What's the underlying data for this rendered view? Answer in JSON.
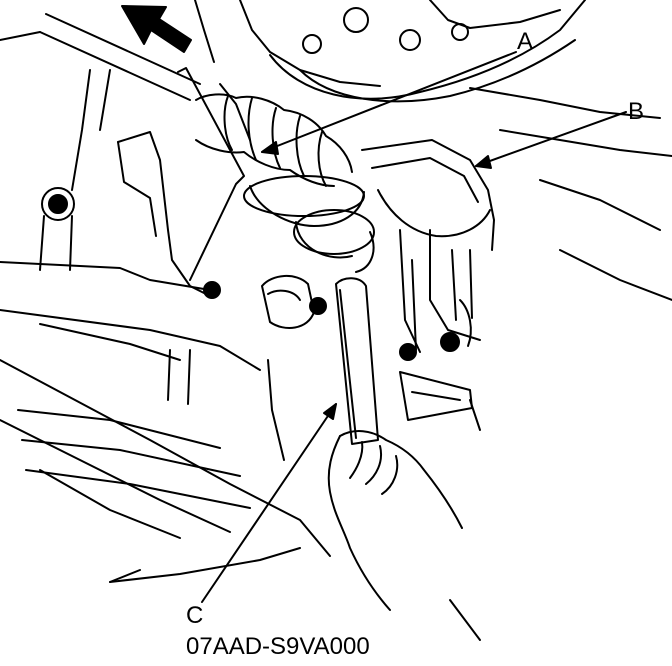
{
  "callouts": {
    "a": "A",
    "b": "B",
    "c": "C"
  },
  "figure_id": "07AAD-S9VA000",
  "colors": {
    "ink": "#000000",
    "paper": "#ffffff"
  }
}
